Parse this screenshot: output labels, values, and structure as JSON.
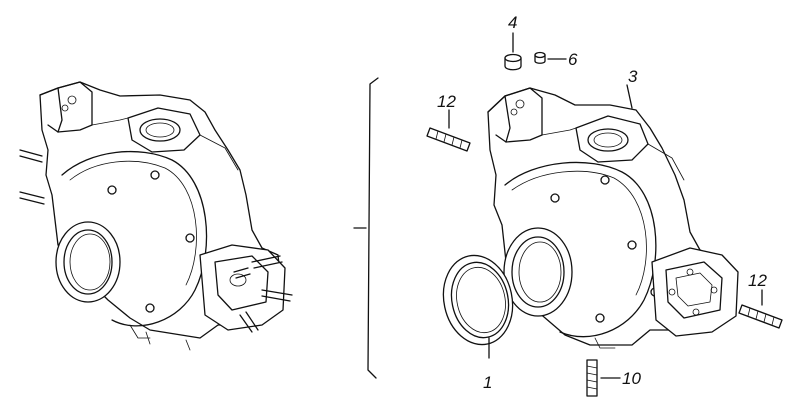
{
  "drawing": {
    "callouts": [
      {
        "id": "callout-1",
        "label": "1"
      },
      {
        "id": "callout-3",
        "label": "3"
      },
      {
        "id": "callout-4",
        "label": "4"
      },
      {
        "id": "callout-6",
        "label": "6"
      },
      {
        "id": "callout-10",
        "label": "10"
      },
      {
        "id": "callout-12a",
        "label": "12"
      },
      {
        "id": "callout-12b",
        "label": "12"
      }
    ],
    "line_color": "#111111",
    "background": "#ffffff"
  }
}
